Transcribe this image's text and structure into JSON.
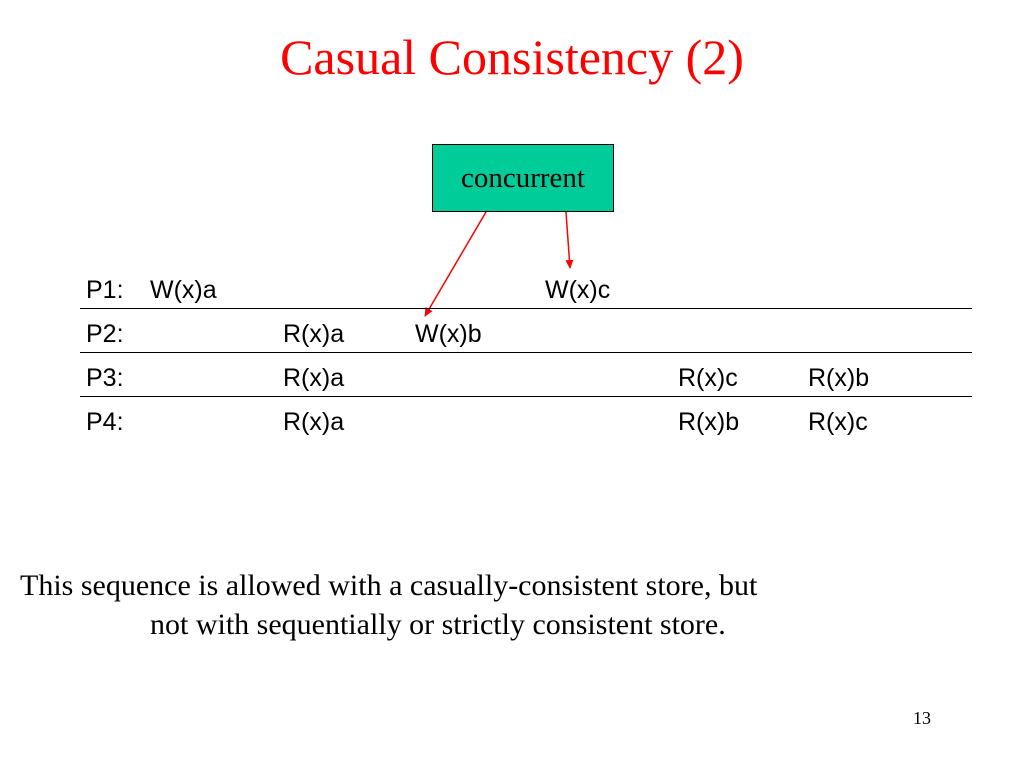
{
  "title": "Casual Consistency (2)",
  "callout": {
    "label": "concurrent",
    "fill": "#00cc99",
    "arrow_color": "#ff0000"
  },
  "table": {
    "rows": [
      {
        "process": "P1:",
        "ops": [
          "W(x)a",
          "",
          "",
          "W(x)c",
          "",
          ""
        ]
      },
      {
        "process": "P2:",
        "ops": [
          "",
          "R(x)a",
          "W(x)b",
          "",
          "",
          ""
        ]
      },
      {
        "process": "P3:",
        "ops": [
          "",
          "R(x)a",
          "",
          "",
          "R(x)c",
          "R(x)b"
        ]
      },
      {
        "process": "P4:",
        "ops": [
          "",
          "R(x)a",
          "",
          "",
          "R(x)b",
          "R(x)c"
        ]
      }
    ]
  },
  "caption": {
    "line1": "This sequence is allowed with a casually-consistent store, but",
    "line2": "not with sequentially or strictly consistent store."
  },
  "page_number": "13"
}
